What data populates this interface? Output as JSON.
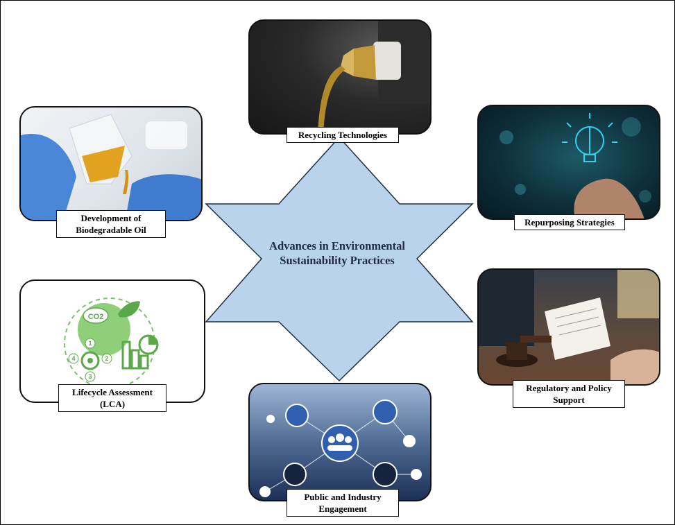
{
  "center": {
    "title_line1": "Advances in Environmental",
    "title_line2": "Sustainability Practices"
  },
  "nodes": {
    "recycling": {
      "label": "Recycling Technologies"
    },
    "repurposing": {
      "label": "Repurposing Strategies"
    },
    "regulatory": {
      "label_line1": "Regulatory and Policy",
      "label_line2": "Support"
    },
    "public": {
      "label_line1": "Public and Industry",
      "label_line2": "Engagement"
    },
    "lca": {
      "label_line1": "Lifecycle Assessment",
      "label_line2": "(LCA)",
      "icon_text": "CO2",
      "cycle_numbers": [
        "1",
        "2",
        "3",
        "4"
      ]
    },
    "biodegradable": {
      "label_line1": "Development of",
      "label_line2": "Biodegradable Oil"
    }
  },
  "colors": {
    "star_fill": "#b9d3ec",
    "star_stroke": "#1f2d3d",
    "lca_green": "#7cc16a",
    "border": "#111111"
  }
}
